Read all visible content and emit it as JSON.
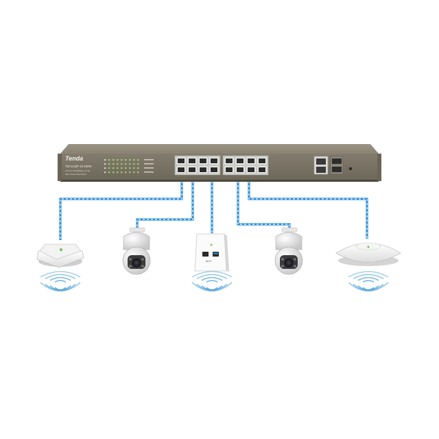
{
  "switch": {
    "brand": "Tenda",
    "model": "TEF1218P-16-250W",
    "desc_line1": "16-Port 10/100Mbps+2 GE",
    "desc_line2": "Web Smart PoE Switch"
  },
  "wall_plate": {
    "label": "Wi-Fi"
  },
  "colors": {
    "chassis": "#7c7568",
    "chassis_dark": "#5c564b",
    "cable": "#2f8fd8",
    "cable_dash": "#cfe8f8",
    "wifi": "#5aa8dc"
  },
  "icons": [
    "switch",
    "ceiling-access-point",
    "ptz-camera",
    "wall-plate-access-point",
    "ptz-camera",
    "ceiling-access-point",
    "wifi-signal-icon"
  ]
}
